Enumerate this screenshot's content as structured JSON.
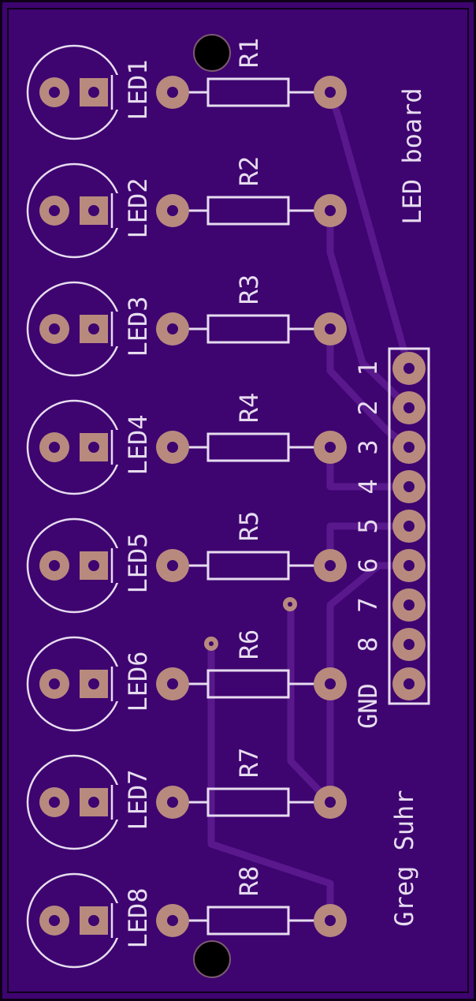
{
  "board": {
    "title": "LED board",
    "author": "Greg Suhr",
    "colors": {
      "board": "#3e0470",
      "outline": "#d8c2ec",
      "edge": "#0f001a",
      "silkscreen": "#e6dcef",
      "pad": "#b88a7e",
      "trace": "#59188c",
      "hole": "#000000"
    }
  },
  "leds": [
    {
      "label": "LED1"
    },
    {
      "label": "LED2"
    },
    {
      "label": "LED3"
    },
    {
      "label": "LED4"
    },
    {
      "label": "LED5"
    },
    {
      "label": "LED6"
    },
    {
      "label": "LED7"
    },
    {
      "label": "LED8"
    }
  ],
  "resistors": [
    {
      "label": "R1"
    },
    {
      "label": "R2"
    },
    {
      "label": "R3"
    },
    {
      "label": "R4"
    },
    {
      "label": "R5"
    },
    {
      "label": "R6"
    },
    {
      "label": "R7"
    },
    {
      "label": "R8"
    }
  ],
  "header": {
    "pins": [
      "1",
      "2",
      "3",
      "4",
      "5",
      "6",
      "7",
      "8",
      "GND"
    ]
  }
}
